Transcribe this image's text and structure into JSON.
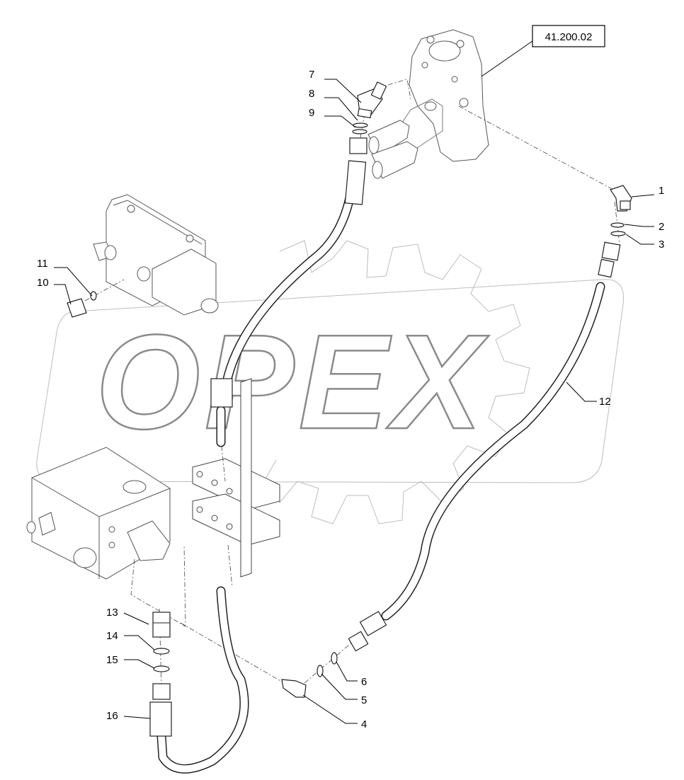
{
  "watermark": {
    "text": "OPEX",
    "color": "#8a8a8a"
  },
  "reference_box": {
    "label": "41.200.02"
  },
  "callouts": [
    {
      "id": "1",
      "label": "1"
    },
    {
      "id": "2",
      "label": "2"
    },
    {
      "id": "3",
      "label": "3"
    },
    {
      "id": "4",
      "label": "4"
    },
    {
      "id": "5",
      "label": "5"
    },
    {
      "id": "6",
      "label": "6"
    },
    {
      "id": "7",
      "label": "7"
    },
    {
      "id": "8",
      "label": "8"
    },
    {
      "id": "9",
      "label": "9"
    },
    {
      "id": "10",
      "label": "10"
    },
    {
      "id": "11",
      "label": "11"
    },
    {
      "id": "12",
      "label": "12"
    },
    {
      "id": "13",
      "label": "13"
    },
    {
      "id": "14",
      "label": "14"
    },
    {
      "id": "15",
      "label": "15"
    },
    {
      "id": "16",
      "label": "16"
    }
  ]
}
